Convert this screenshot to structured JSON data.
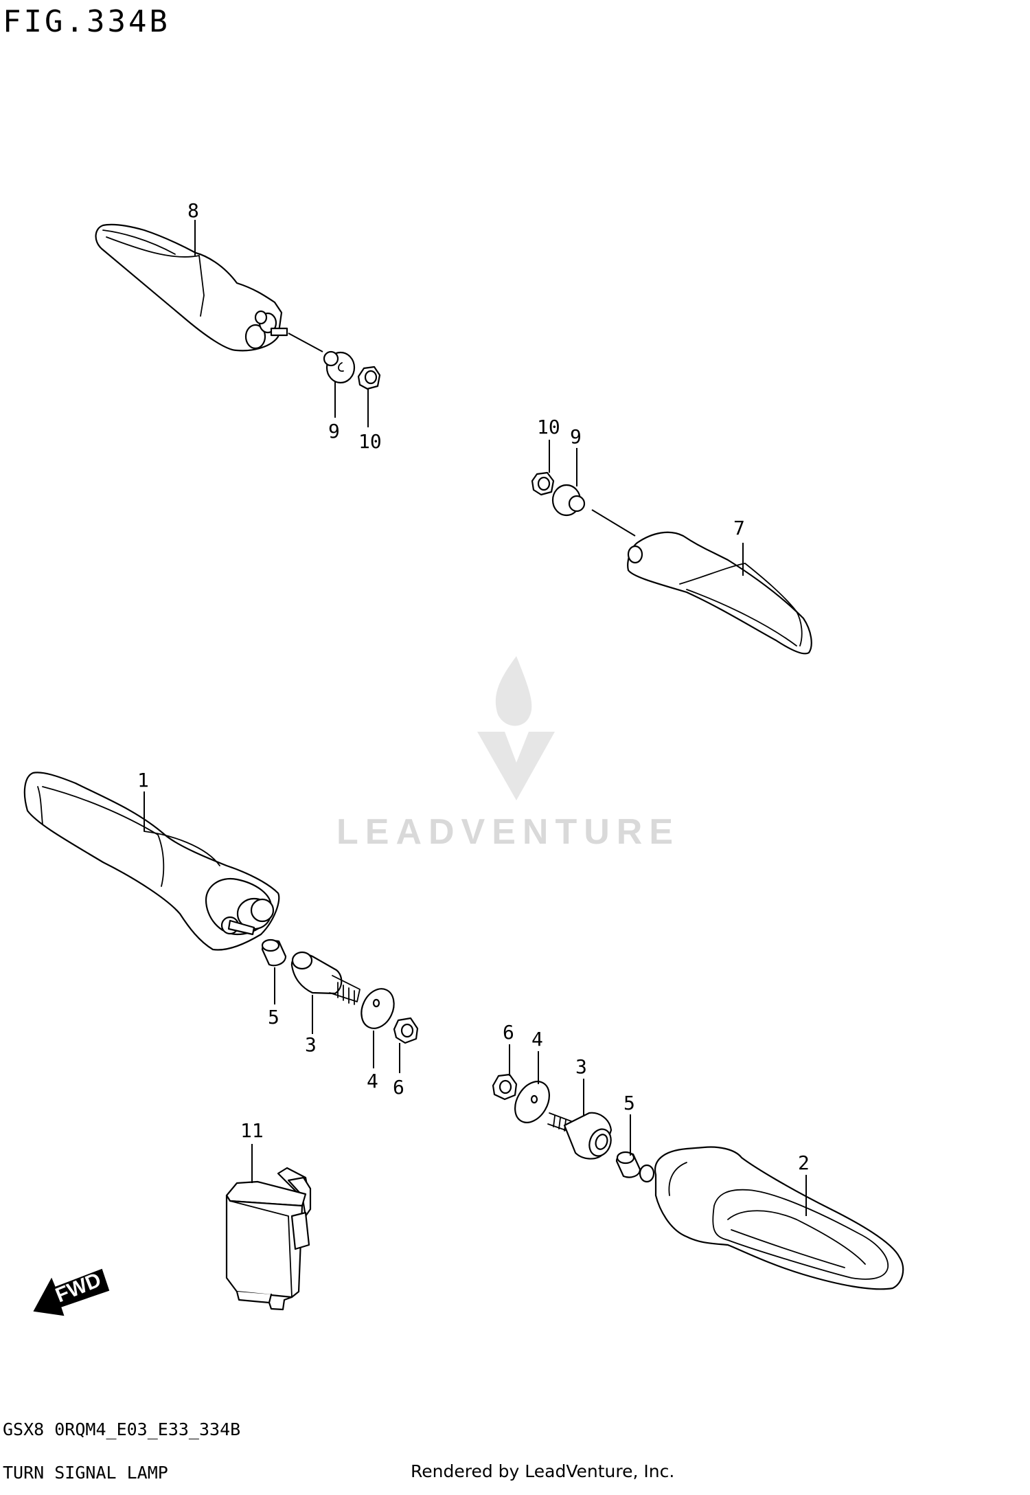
{
  "figure": {
    "title": "FIG.334B"
  },
  "callouts": {
    "c1": "1",
    "c2": "2",
    "c3a": "3",
    "c3b": "3",
    "c4a": "4",
    "c4b": "4",
    "c5a": "5",
    "c5b": "5",
    "c6a": "6",
    "c6b": "6",
    "c7": "7",
    "c8": "8",
    "c9a": "9",
    "c9b": "9",
    "c10a": "10",
    "c10b": "10",
    "c11": "11"
  },
  "direction_marker": {
    "label": "FWD"
  },
  "watermark": {
    "brand": "LEADVENTURE"
  },
  "footer": {
    "model_code": "GSX8 0RQM4_E03_E33_334B",
    "section_name": "TURN SIGNAL LAMP",
    "rendered_by": "Rendered by LeadVenture, Inc."
  },
  "colors": {
    "line": "#000000",
    "background": "#ffffff",
    "watermark": "#d9d9d9"
  }
}
